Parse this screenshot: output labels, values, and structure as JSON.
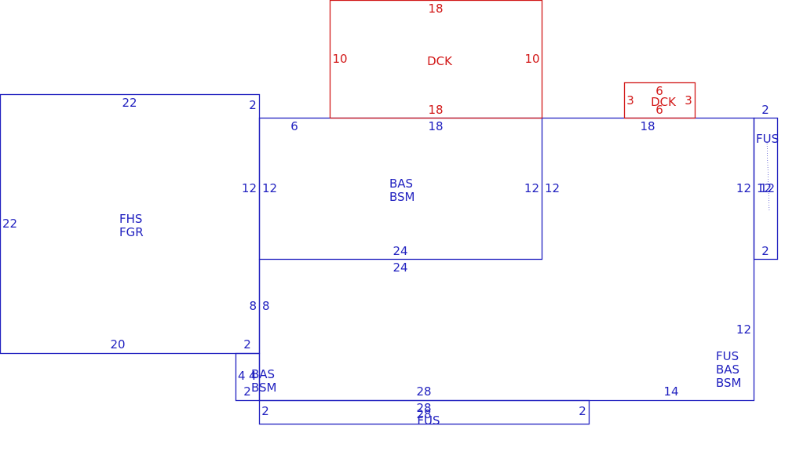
{
  "colors": {
    "structure": "#1f1fbf",
    "deck": "#d21818"
  },
  "areas": {
    "fhs_fgr": {
      "codes": [
        "FHS",
        "FGR"
      ],
      "dims": {
        "top": "22",
        "top_right": "2",
        "left": "22",
        "right": "12",
        "right_lower": "8",
        "bottom": "20",
        "bottom_right": "2"
      }
    },
    "dck_large": {
      "code": "DCK",
      "dims": {
        "top": "18",
        "left": "10",
        "right": "10",
        "bottom": "18"
      }
    },
    "dck_small": {
      "code": "DCK",
      "dims": {
        "top": "6",
        "left": "3",
        "right": "3",
        "bottom": "6"
      }
    },
    "bas_bsm_upper": {
      "codes": [
        "BAS",
        "BSM"
      ],
      "dims": {
        "top_left": "6",
        "top": "18",
        "left": "12",
        "right": "12",
        "bottom": "24"
      }
    },
    "fus_bas_bsm": {
      "codes": [
        "FUS",
        "BAS",
        "BSM"
      ],
      "dims": {
        "top": "18",
        "left_top": "12",
        "left": "8",
        "inner_top": "24",
        "right_upper": "12",
        "right": "12",
        "bottom": "28",
        "bottom_right": "14"
      }
    },
    "fus_right": {
      "code": "FUS",
      "dims": {
        "top": "2",
        "left": "12",
        "right": "12",
        "bottom": "2"
      }
    },
    "bas_bsm_small": {
      "codes": [
        "BAS",
        "BSM"
      ],
      "dims": {
        "left": "4",
        "right": "4",
        "bottom": "2"
      }
    },
    "fus_bottom": {
      "code": "FUS",
      "dims": {
        "top": "28",
        "left": "2",
        "right": "2",
        "bottom": "28"
      }
    }
  }
}
